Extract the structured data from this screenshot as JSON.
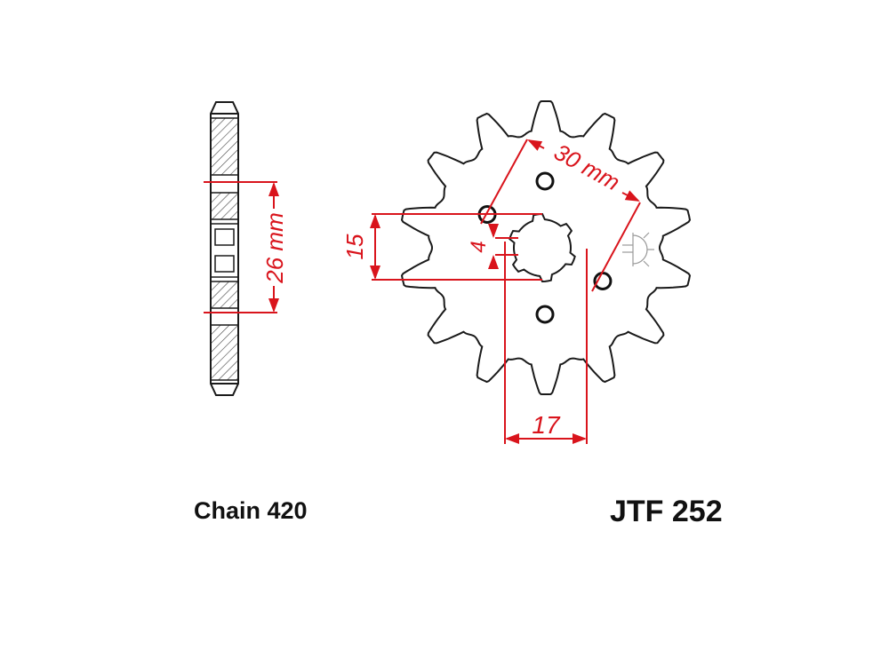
{
  "side_view": {
    "dimension_label": "26 mm"
  },
  "front_view": {
    "teeth": 14,
    "bolt_holes": 4,
    "pcd_label": "30 mm",
    "spline_width_label": "4",
    "height_label": "15",
    "width_label": "17"
  },
  "captions": {
    "chain": "Chain 420",
    "part_number": "JTF 252"
  },
  "colors": {
    "outline": "#1a1a1a",
    "dimension": "#d9141c",
    "hatch": "#444444"
  }
}
